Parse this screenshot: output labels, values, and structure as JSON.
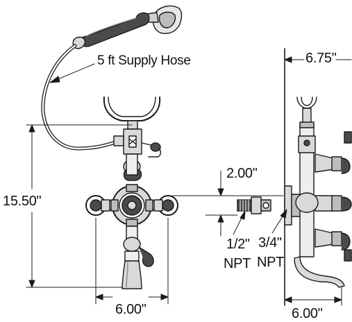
{
  "drawing": {
    "hose_label": "5 ft Supply Hose",
    "height_dim": "15.50\"",
    "front_width_dim": "6.00\"",
    "side_depth_dim": "6.75\"",
    "side_spout_dim": "6.00\"",
    "inlet_offset_dim": "2.00\"",
    "npt_half_size": "1/2\"",
    "npt_half_unit": "NPT",
    "npt_threequarter_size": "3/4\"",
    "npt_threequarter_unit": "NPT",
    "line_color": "#1a1a1a",
    "metal_fill": "#d9d9d9",
    "dark_fill": "#4a4a4a"
  }
}
